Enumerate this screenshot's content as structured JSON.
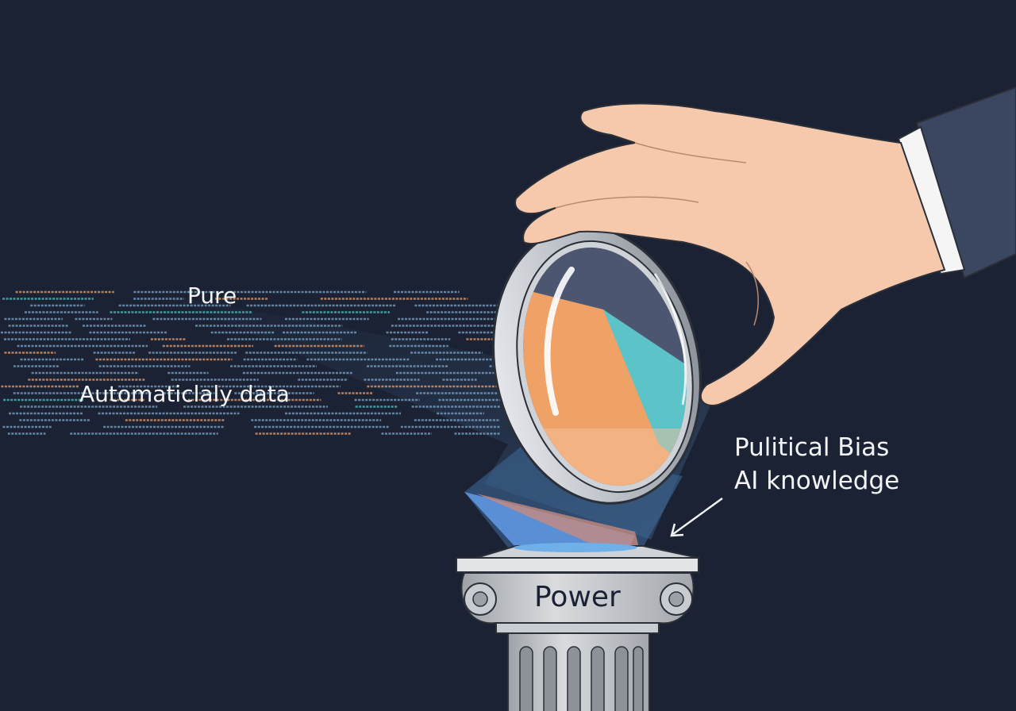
{
  "labels": {
    "pure": "Pure",
    "automatic_data": "Automaticlaly data",
    "bias_line1": "Pulitical Bias",
    "bias_line2": "AI knowledge",
    "pillar": "Power"
  },
  "colors": {
    "background": "#1b2233",
    "data_blue": "#7fa6c8",
    "data_orange": "#e8a072",
    "data_teal": "#4fc4c4",
    "lens_orange": "#f0a266",
    "lens_teal": "#5cc3c8",
    "lens_dark": "#4d5670",
    "skin": "#f6c9ad",
    "sleeve": "#3b4660"
  }
}
